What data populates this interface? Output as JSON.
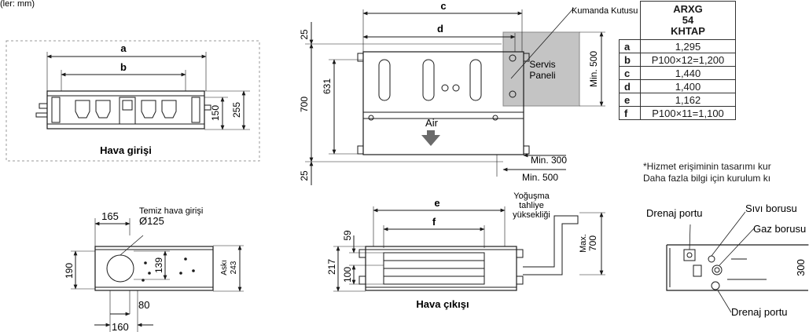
{
  "header_fragment": "(ler: mm)",
  "front_view": {
    "dim_a": "a",
    "dim_b": "b",
    "dim_150": "150",
    "dim_255": "255",
    "caption": "Hava girişi"
  },
  "top_view": {
    "dim_c": "c",
    "dim_d": "d",
    "control_box": "Kumanda Kutusu",
    "service_panel_line1": "Servis",
    "service_panel_line2": "Paneli",
    "min_500_vertical": "Min. 500",
    "dim_25_top": "25",
    "dim_700": "700",
    "dim_631": "631",
    "dim_25_bottom": "25",
    "air_label": "Air",
    "min_300": "Min. 300",
    "min_500_horizontal": "Min. 500"
  },
  "table": {
    "header_line1": "ARXG",
    "header_line2": "54",
    "header_line3": "KHTAP",
    "rows": [
      {
        "key": "a",
        "value": "1,295"
      },
      {
        "key": "b",
        "value": "P100×12=1,200"
      },
      {
        "key": "c",
        "value": "1,440"
      },
      {
        "key": "d",
        "value": "1,400"
      },
      {
        "key": "e",
        "value": "1,162"
      },
      {
        "key": "f",
        "value": "P100×11=1,100"
      }
    ]
  },
  "notes": {
    "line1": "*Hizmet erişiminin tasarımı kur",
    "line2": "Daha fazla bilgi için kurulum kı"
  },
  "side_view": {
    "fresh_air_line1": "Temiz hava girişi",
    "fresh_air_line2": "Ø125",
    "dim_165": "165",
    "dim_190": "190",
    "dim_139": "139",
    "dim_80": "80",
    "dim_160": "160",
    "hanger_label": "Askı",
    "hanger_value": "243"
  },
  "rear_view": {
    "dim_e": "e",
    "dim_f": "f",
    "dim_59": "59",
    "dim_100": "100",
    "dim_217": "217",
    "drain_line1": "Yoğuşma",
    "drain_line2": "tahliye",
    "drain_line3": "yüksekliği",
    "max_label": "Max.",
    "max_value": "700",
    "caption": "Hava çıkışı"
  },
  "pipe_view": {
    "drain_port_top": "Drenaj portu",
    "liquid_pipe": "Sıvı borusu",
    "gas_pipe": "Gaz borusu",
    "dim_300": "300",
    "drain_port_bottom": "Drenaj portu"
  },
  "colors": {
    "line": "#1a1a1a",
    "service_panel": "#c4c4c4",
    "dashed_border": "#999999"
  }
}
